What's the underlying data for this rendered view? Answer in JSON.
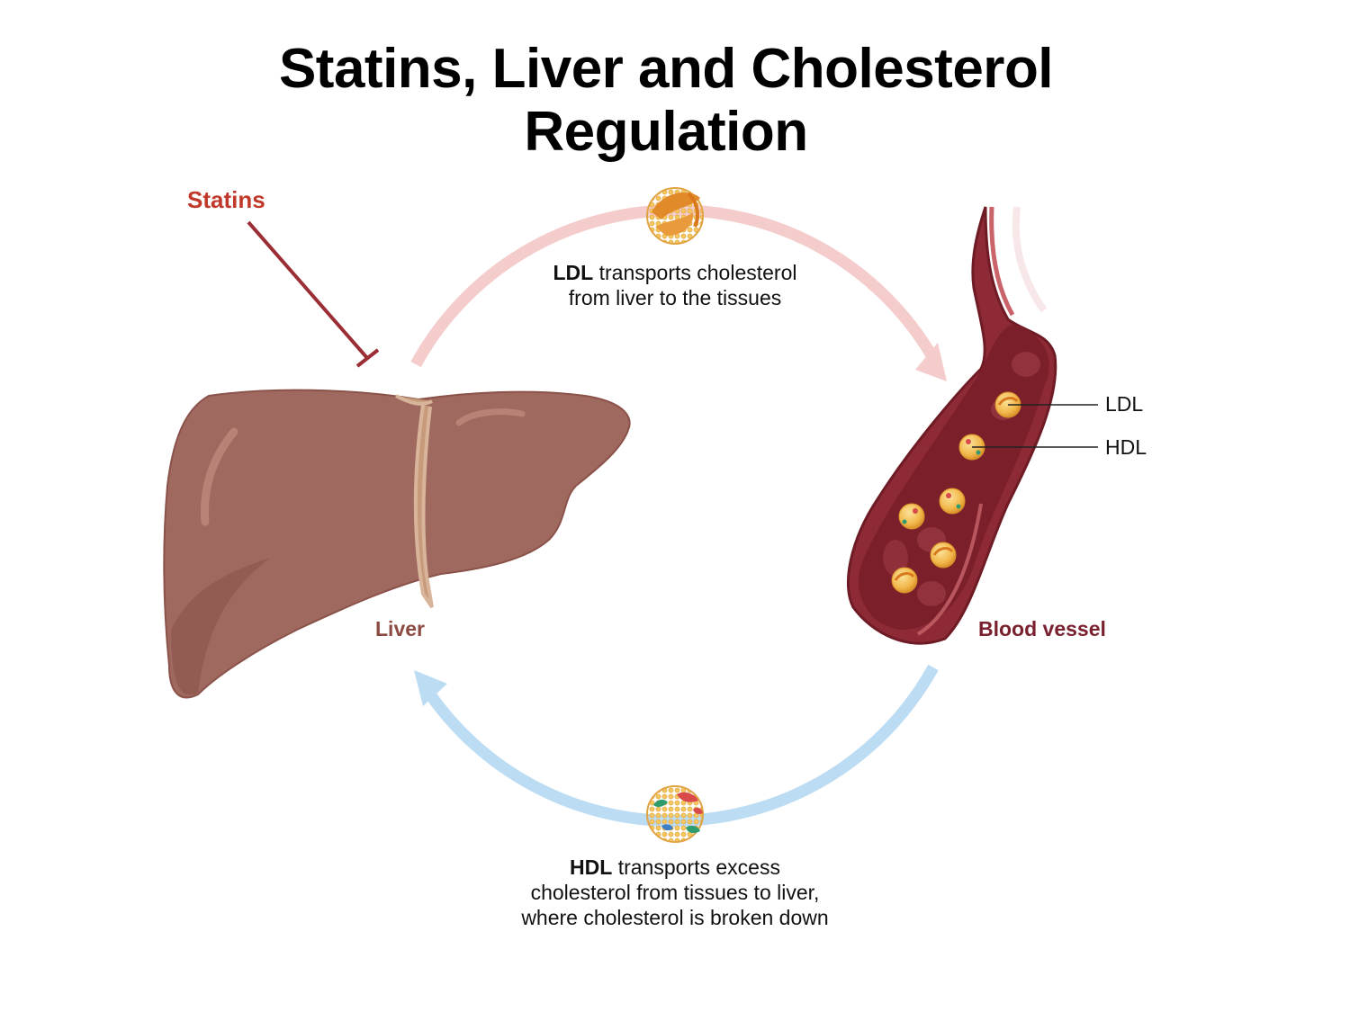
{
  "title": {
    "line1": "Statins, Liver and Cholesterol",
    "line2": "Regulation"
  },
  "labels": {
    "statins": "Statins",
    "liver": "Liver",
    "blood_vessel": "Blood vessel",
    "ldl_side": "LDL",
    "hdl_side": "HDL"
  },
  "captions": {
    "ldl": {
      "bold": "LDL",
      "line1_rest": " transports cholesterol",
      "line2": "from liver to the tissues"
    },
    "hdl": {
      "bold": "HDL",
      "line1_rest": " transports excess",
      "line2": "cholesterol from tissues to liver,",
      "line3": "where cholesterol is broken down"
    }
  },
  "colors": {
    "ldl_arrow": "#f4cccc",
    "hdl_arrow": "#bcdcf3",
    "statins": "#c0392b",
    "inhibit_line": "#9b2d35",
    "liver": "#a0695f",
    "vessel": "#8e2a35",
    "lipoprotein": "#f2b84b"
  }
}
